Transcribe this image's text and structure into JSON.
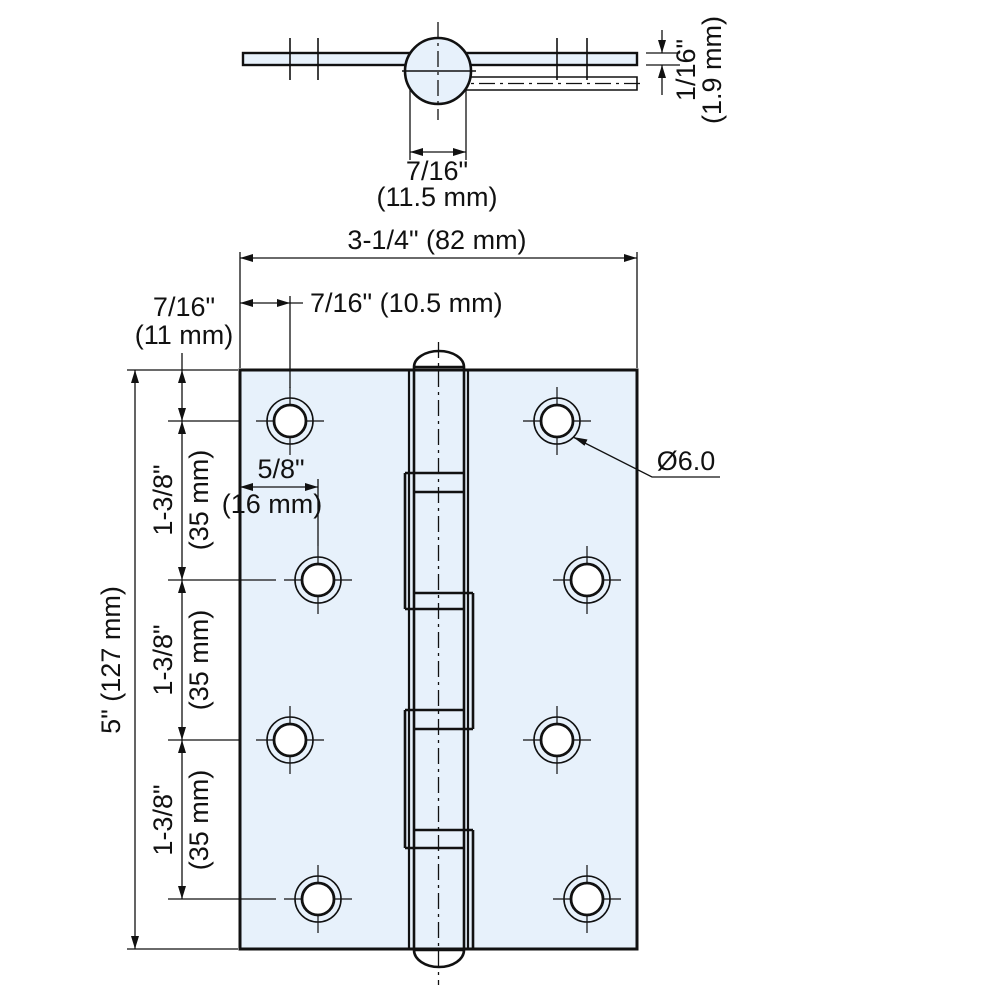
{
  "drawing": {
    "top_view": {
      "knuckle_width_in": "7/16\"",
      "knuckle_width_mm": "(11.5 mm)",
      "thickness_in": "1/16\"",
      "thickness_mm": "(1.9 mm)"
    },
    "front_view": {
      "overall_width": "3-1/4\" (82 mm)",
      "hole_offset_x": "7/16\" (10.5 mm)",
      "top_margin_in": "7/16\"",
      "top_margin_mm": "(11 mm)",
      "overall_height": "5\" (127 mm)",
      "hole_pitch_in": "1-3/8\"",
      "hole_pitch_mm": "(35 mm)",
      "hole_col2_in": "5/8\"",
      "hole_col2_mm": "(16 mm)",
      "hole_diameter": "Ø6.0"
    },
    "colors": {
      "plate_fill": "#e7f1fb",
      "line": "#111111"
    }
  }
}
